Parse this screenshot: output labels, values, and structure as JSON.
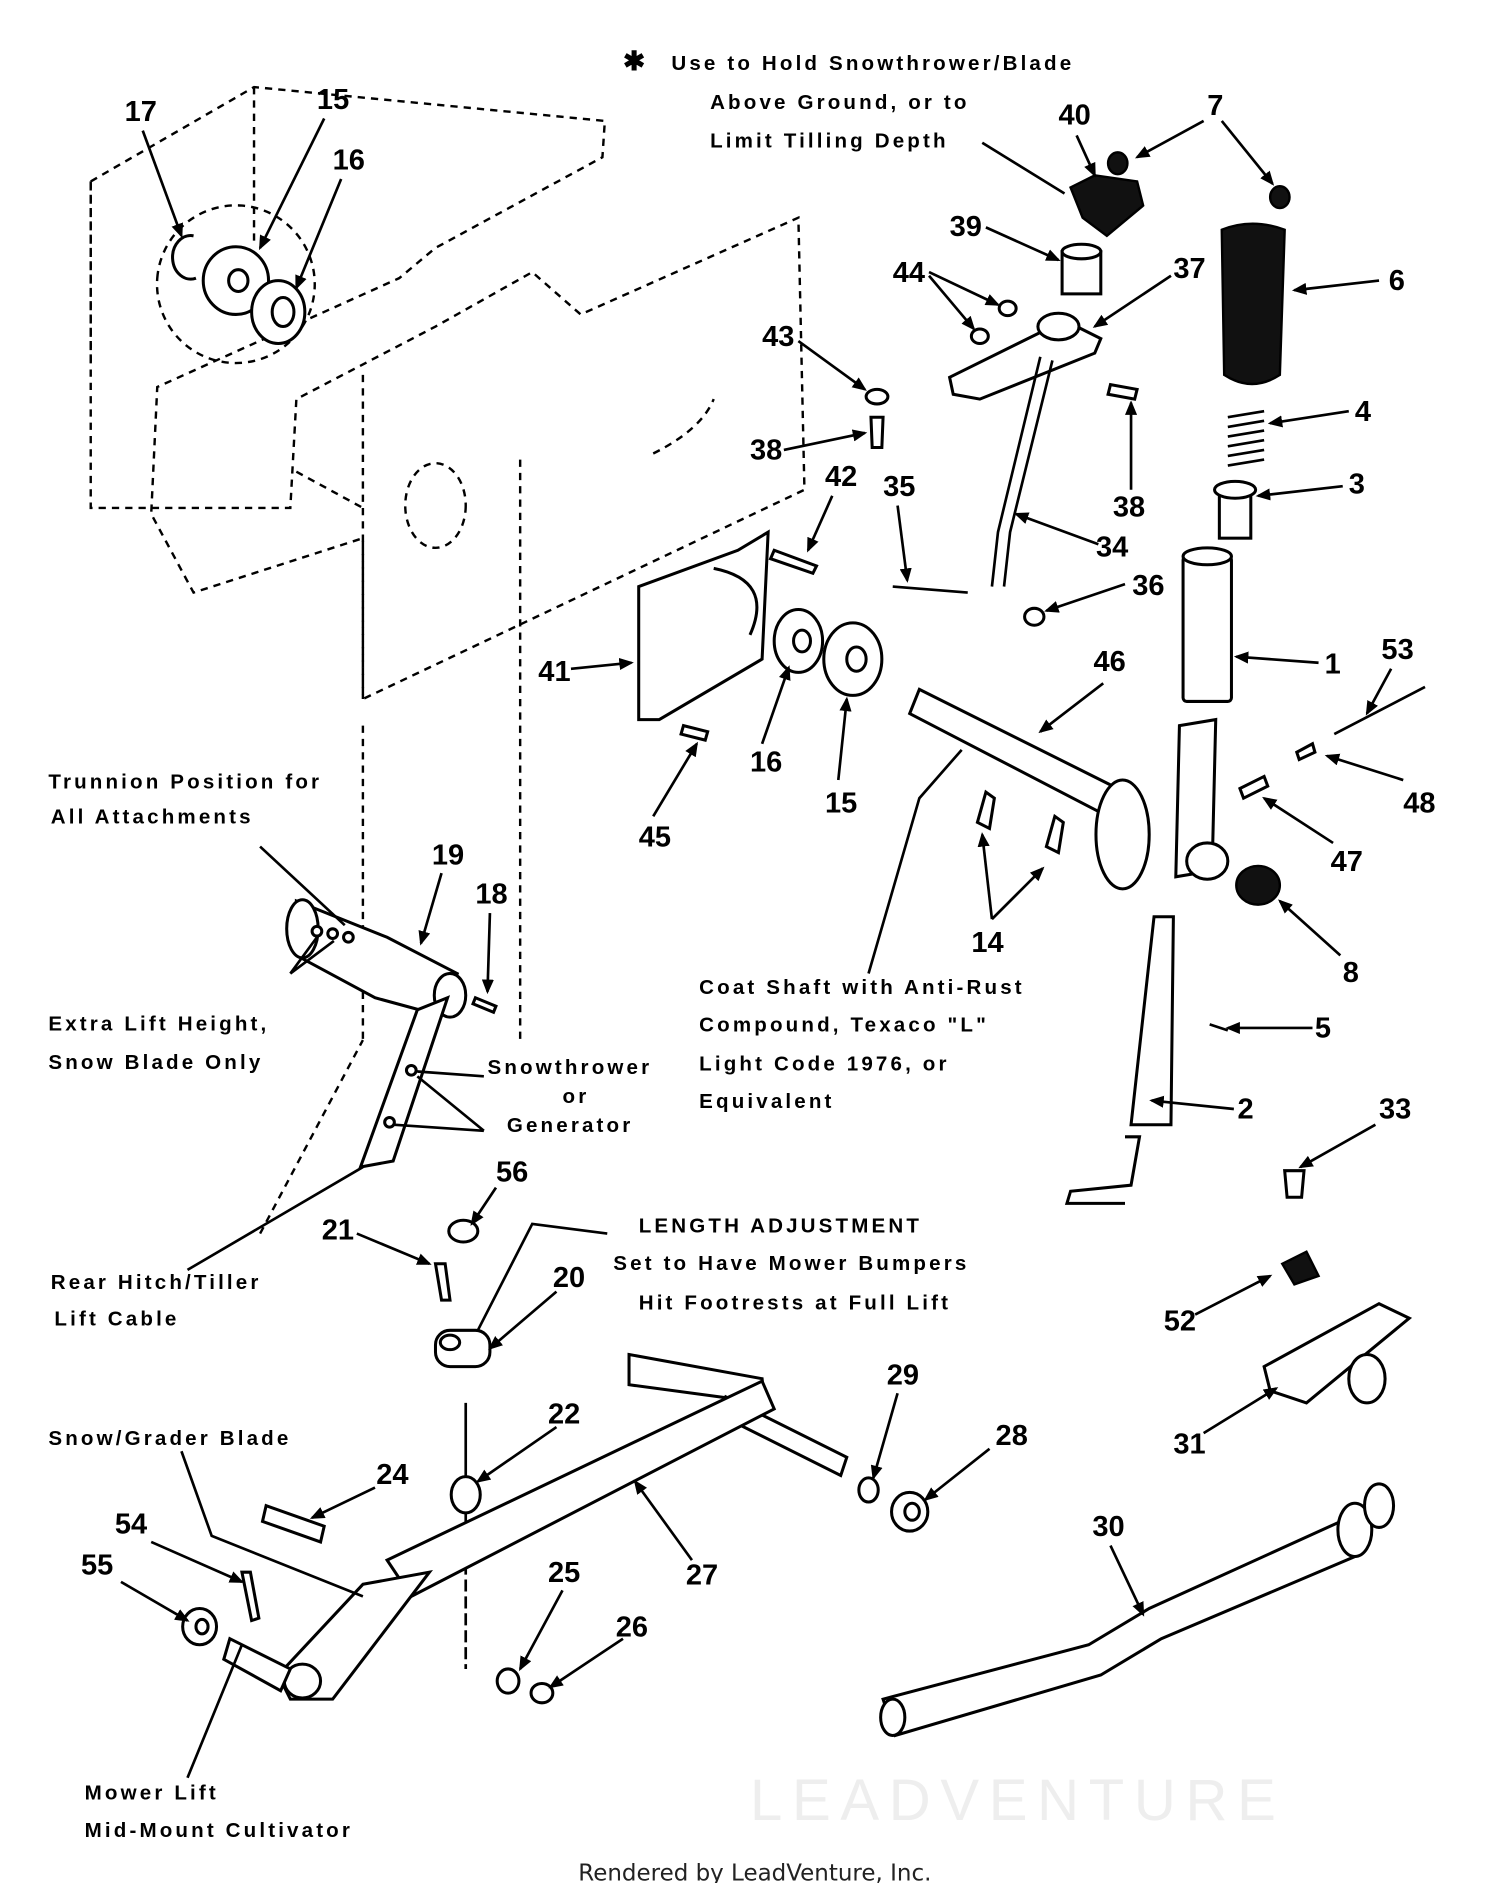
{
  "diagram": {
    "note_asterisk": {
      "symbol": "✱",
      "lines": [
        "Use to Hold Snowthrower/Blade",
        "Above Ground, or to",
        "Limit Tilling Depth"
      ]
    },
    "notes": {
      "trunnion": [
        "Trunnion Position for",
        "All Attachments"
      ],
      "extra_lift": [
        "Extra Lift Height,",
        "Snow Blade Only"
      ],
      "snowthrower": [
        "Snowthrower",
        "or",
        "Generator"
      ],
      "rear_hitch": [
        "Rear Hitch/Tiller",
        "Lift Cable"
      ],
      "length_adjustment": [
        "LENGTH ADJUSTMENT",
        "Set to Have Mower Bumpers",
        "Hit Footrests at Full Lift"
      ],
      "snow_grader": [
        "Snow/Grader Blade"
      ],
      "mower_lift": [
        "Mower Lift",
        "Mid-Mount Cultivator"
      ],
      "coat_shaft": [
        "Coat Shaft with Anti-Rust",
        "Compound, Texaco \"L\"",
        "Light Code 1976, or",
        "Equivalent"
      ]
    },
    "callouts": [
      "17",
      "15",
      "16",
      "40",
      "7",
      "6",
      "39",
      "44",
      "37",
      "43",
      "4",
      "3",
      "38",
      "38",
      "42",
      "35",
      "34",
      "36",
      "1",
      "53",
      "46",
      "41",
      "16",
      "15",
      "45",
      "48",
      "47",
      "14",
      "8",
      "19",
      "18",
      "5",
      "2",
      "33",
      "56",
      "21",
      "20",
      "52",
      "31",
      "22",
      "29",
      "28",
      "24",
      "27",
      "54",
      "55",
      "25",
      "26",
      "30"
    ],
    "watermark": "LEADVENTURE",
    "footer": "Rendered by LeadVenture, Inc."
  }
}
